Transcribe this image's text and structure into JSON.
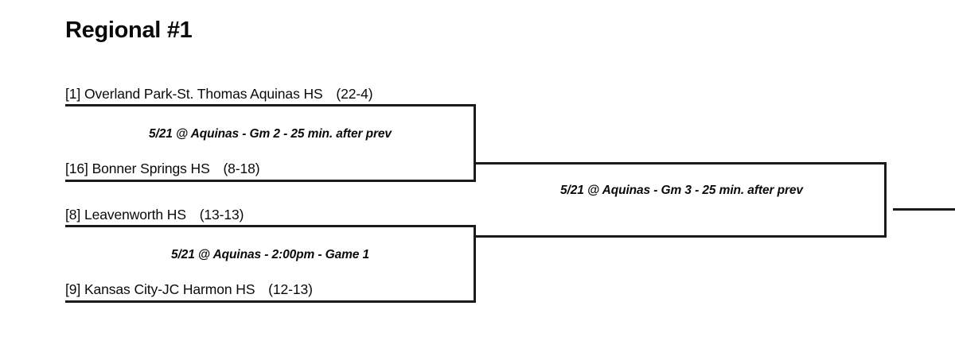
{
  "title": "Regional #1",
  "bracket": {
    "round1": [
      {
        "game_label": "5/21 @ Aquinas - Gm 2 - 25 min. after prev",
        "teams": [
          {
            "seed": "[1]",
            "name": "Overland Park-St. Thomas Aquinas HS",
            "record": "(22-4)"
          },
          {
            "seed": "[16]",
            "name": "Bonner Springs HS",
            "record": "(8-18)"
          }
        ]
      },
      {
        "game_label": "5/21 @ Aquinas - 2:00pm - Game 1",
        "teams": [
          {
            "seed": "[8]",
            "name": "Leavenworth HS",
            "record": "(13-13)"
          },
          {
            "seed": "[9]",
            "name": "Kansas City-JC Harmon HS",
            "record": "(12-13)"
          }
        ]
      }
    ],
    "round2": [
      {
        "game_label": "5/21 @ Aquinas - Gm 3 - 25 min. after prev",
        "teams": [
          {
            "seed": "",
            "name": "",
            "record": ""
          },
          {
            "seed": "",
            "name": "",
            "record": ""
          }
        ]
      }
    ]
  },
  "colors": {
    "line": "#1a1a1a",
    "text": "#0a0a0a",
    "background": "#ffffff"
  }
}
